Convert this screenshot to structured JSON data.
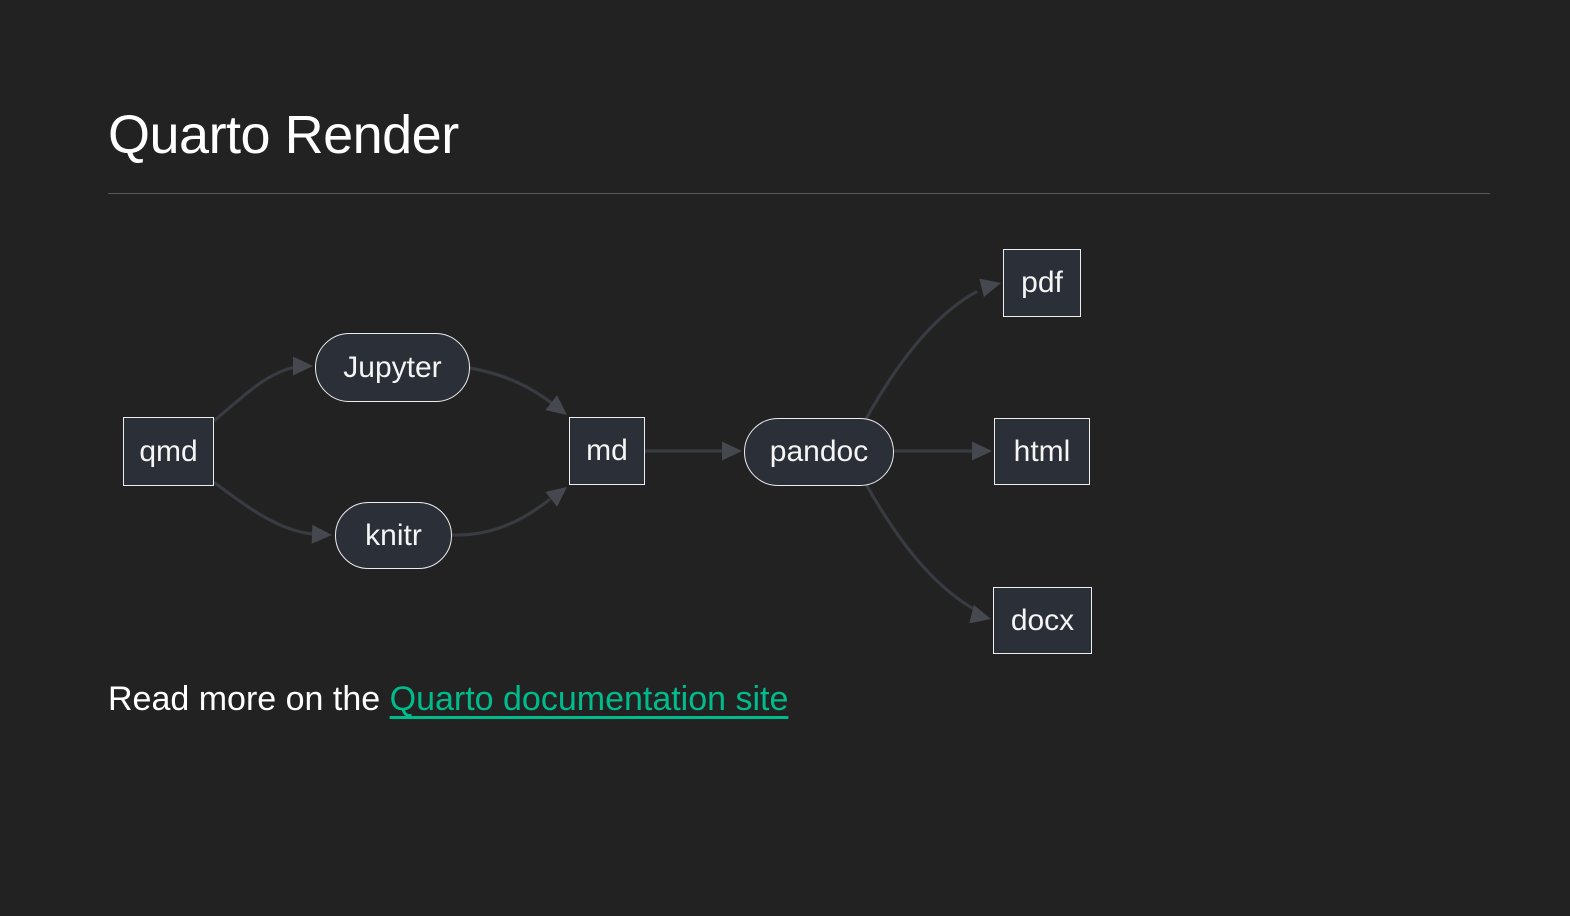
{
  "theme": {
    "background": "#222222",
    "text_color": "#ffffff",
    "link_color": "#00bc8c",
    "node_fill": "#2b2f38",
    "node_border": "#ededed",
    "node_text": "#f5f5f5",
    "edge_color": "#383b41",
    "arrow_color": "#45484e",
    "rule_color": "rgba(255,255,255,0.25)"
  },
  "header": {
    "title": "Quarto Render"
  },
  "diagram": {
    "type": "flowchart-left-to-right",
    "nodes": [
      {
        "id": "qmd",
        "label": "qmd",
        "shape": "rect"
      },
      {
        "id": "jupyter",
        "label": "Jupyter",
        "shape": "stadium"
      },
      {
        "id": "knitr",
        "label": "knitr",
        "shape": "stadium"
      },
      {
        "id": "md",
        "label": "md",
        "shape": "rect"
      },
      {
        "id": "pandoc",
        "label": "pandoc",
        "shape": "stadium"
      },
      {
        "id": "pdf",
        "label": "pdf",
        "shape": "rect"
      },
      {
        "id": "html",
        "label": "html",
        "shape": "rect"
      },
      {
        "id": "docx",
        "label": "docx",
        "shape": "rect"
      }
    ],
    "edges": [
      {
        "from": "qmd",
        "to": "jupyter"
      },
      {
        "from": "qmd",
        "to": "knitr"
      },
      {
        "from": "jupyter",
        "to": "md"
      },
      {
        "from": "knitr",
        "to": "md"
      },
      {
        "from": "md",
        "to": "pandoc"
      },
      {
        "from": "pandoc",
        "to": "pdf"
      },
      {
        "from": "pandoc",
        "to": "html"
      },
      {
        "from": "pandoc",
        "to": "docx"
      }
    ]
  },
  "footer": {
    "text_before_link": "Read more on the ",
    "link_text": "Quarto documentation site"
  }
}
